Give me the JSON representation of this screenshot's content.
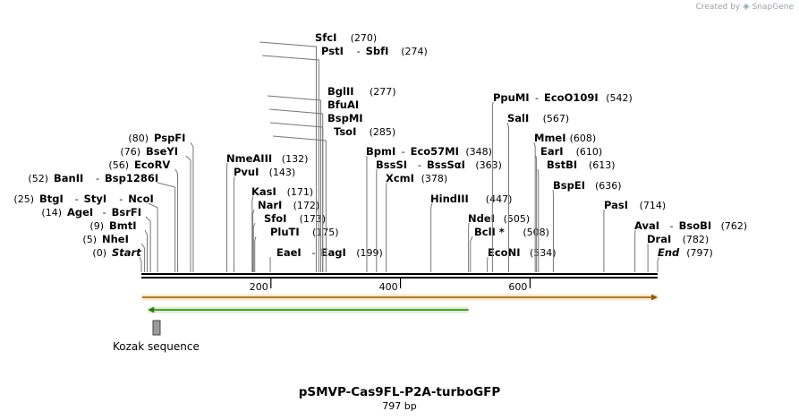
{
  "credit": {
    "text": "Created by",
    "brand": "SnapGene"
  },
  "plasmid": {
    "name": "pSMVP-Cas9FL-P2A-turboGFP",
    "length_label": "797 bp"
  },
  "axis": {
    "min": 0,
    "max": 797,
    "ticks": [
      200,
      400,
      600
    ]
  },
  "features": {
    "orange_arrow": {
      "start": 0,
      "end": 797,
      "direction": "forward",
      "color": "#e8a33d"
    },
    "green_arrow": {
      "start": 10,
      "end": 505,
      "direction": "reverse",
      "color": "#5db33a"
    },
    "kozak": {
      "label": "Kozak sequence",
      "color": "#9a9a9a"
    }
  },
  "colors": {
    "backbone": "#000000",
    "leader": "#777777"
  },
  "sites": [
    {
      "names": [
        "Start"
      ],
      "pos": "(0)",
      "bp": 0,
      "italic": true
    },
    {
      "names": [
        "NheI"
      ],
      "pos": "(5)",
      "bp": 5
    },
    {
      "names": [
        "BmtI"
      ],
      "pos": "(9)",
      "bp": 9
    },
    {
      "names": [
        "AgeI",
        "BsrFI"
      ],
      "pos": "(14)",
      "bp": 14
    },
    {
      "names": [
        "BtgI",
        "StyI",
        "NcoI"
      ],
      "pos": "(25)",
      "bp": 25
    },
    {
      "names": [
        "BanII",
        "Bsp1286I"
      ],
      "pos": "(52)",
      "bp": 52
    },
    {
      "names": [
        "EcoRV"
      ],
      "pos": "(56)",
      "bp": 56
    },
    {
      "names": [
        "BseYI"
      ],
      "pos": "(76)",
      "bp": 76
    },
    {
      "names": [
        "PspFI"
      ],
      "pos": "(80)",
      "bp": 80
    },
    {
      "names": [
        "NmeAIII"
      ],
      "pos": "(132)",
      "bp": 132
    },
    {
      "names": [
        "PvuI"
      ],
      "pos": "(143)",
      "bp": 143
    },
    {
      "names": [
        "KasI"
      ],
      "pos": "(171)",
      "bp": 171
    },
    {
      "names": [
        "NarI"
      ],
      "pos": "(172)",
      "bp": 172
    },
    {
      "names": [
        "SfoI"
      ],
      "pos": "(173)",
      "bp": 173
    },
    {
      "names": [
        "PluTI"
      ],
      "pos": "(175)",
      "bp": 175
    },
    {
      "names": [
        "EaeI",
        "EagI"
      ],
      "pos": "(199)",
      "bp": 199
    },
    {
      "names": [
        "SfcI"
      ],
      "pos": "(270)",
      "bp": 270
    },
    {
      "names": [
        "PstI",
        "SbfI"
      ],
      "pos": "(274)",
      "bp": 274
    },
    {
      "names": [
        "BglII"
      ],
      "pos": "(277)",
      "bp": 277
    },
    {
      "names": [
        "BfuAI"
      ],
      "pos": "",
      "bp": 280
    },
    {
      "names": [
        "BspMI"
      ],
      "pos": "",
      "bp": 280
    },
    {
      "names": [
        "TsoI"
      ],
      "pos": "(285)",
      "bp": 285
    },
    {
      "names": [
        "BpmI",
        "Eco57MI"
      ],
      "pos": "(348)",
      "bp": 348
    },
    {
      "names": [
        "BssSI",
        "BssSαI"
      ],
      "pos": "(363)",
      "bp": 363
    },
    {
      "names": [
        "XcmI"
      ],
      "pos": "(378)",
      "bp": 378
    },
    {
      "names": [
        "HindIII"
      ],
      "pos": "(447)",
      "bp": 447
    },
    {
      "names": [
        "NdeI"
      ],
      "pos": "(505)",
      "bp": 505
    },
    {
      "names": [
        "BclI *"
      ],
      "pos": "(508)",
      "bp": 508
    },
    {
      "names": [
        "EcoNI"
      ],
      "pos": "(534)",
      "bp": 534
    },
    {
      "names": [
        "PpuMI",
        "EcoO109I"
      ],
      "pos": "(542)",
      "bp": 542
    },
    {
      "names": [
        "SalI"
      ],
      "pos": "(567)",
      "bp": 567
    },
    {
      "names": [
        "MmeI"
      ],
      "pos": "(608)",
      "bp": 608
    },
    {
      "names": [
        "EarI"
      ],
      "pos": "(610)",
      "bp": 610
    },
    {
      "names": [
        "BstBI"
      ],
      "pos": "(613)",
      "bp": 613
    },
    {
      "names": [
        "BspEI"
      ],
      "pos": "(636)",
      "bp": 636
    },
    {
      "names": [
        "PasI"
      ],
      "pos": "(714)",
      "bp": 714
    },
    {
      "names": [
        "AvaI",
        "BsoBI"
      ],
      "pos": "(762)",
      "bp": 762
    },
    {
      "names": [
        "DraI"
      ],
      "pos": "(782)",
      "bp": 782
    },
    {
      "names": [
        "End"
      ],
      "pos": "(797)",
      "bp": 797,
      "italic": true
    }
  ]
}
